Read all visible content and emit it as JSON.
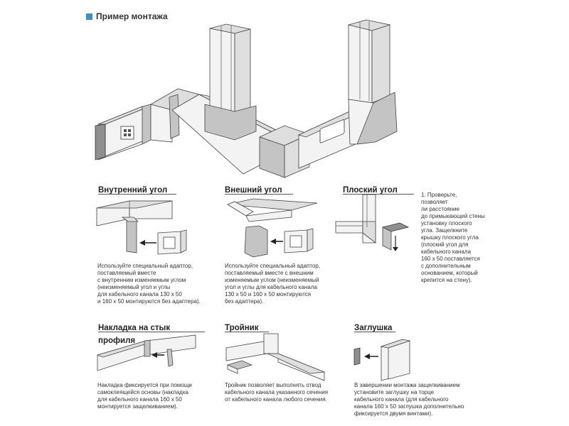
{
  "header": {
    "title": "Пример монтажа"
  },
  "sections": {
    "inner_corner": {
      "title": "Внутренний угол",
      "caption": "Используйте специальный адаптор,\nпоставляемый вместе\nс внутренним изменяемым углом\n(неизменяемый угол и углы\nдля кабельного канала 130 x 50\nи 160 x 50 монтируются без адаптера)."
    },
    "outer_corner": {
      "title": "Внешний угол",
      "caption": "Используйте специальный адаптор,\nпоставляемый вместе с внешним\nизменяемым углом (неизменяемый\nугол и углы для кабельного канала\n130 x 50 и 160 x 50 монтируются\nбез адаптера)."
    },
    "flat_corner": {
      "title": "Плоский угол",
      "caption": "1. Проверьте,\nпозволяет\nли расстояние\nдо примыкающей стены\nустановку плоского\nугла. Защелкните\nкрышку плоского угла\n(плоский угол для\nкабельного канала\n160 x 50 поставляется\nс дополнительным\nоснованием, который\nкрепится на стену)."
    },
    "joint_cover": {
      "title": "Накладка на стык профиля",
      "caption": "Накладка фиксируется при помощи\nсамоклеящейся основы (накладка\nдля кабельного канала 160 x 50\nмонтируется защелкиванием)."
    },
    "tee": {
      "title": "Тройник",
      "caption": "Тройник позволяет выполнять отвод\nкабельного канала указанного сечения\nот кабельного канала любого сечения."
    },
    "end_cap": {
      "title": "Заглушка",
      "caption": "В завершении монтажа защелкиванием\nустановите заглушку на торце\nкабельного канала (для кабельного\nканала 160 x 50 заглушка дополнительно\nфиксируется двумя винтами)."
    }
  }
}
